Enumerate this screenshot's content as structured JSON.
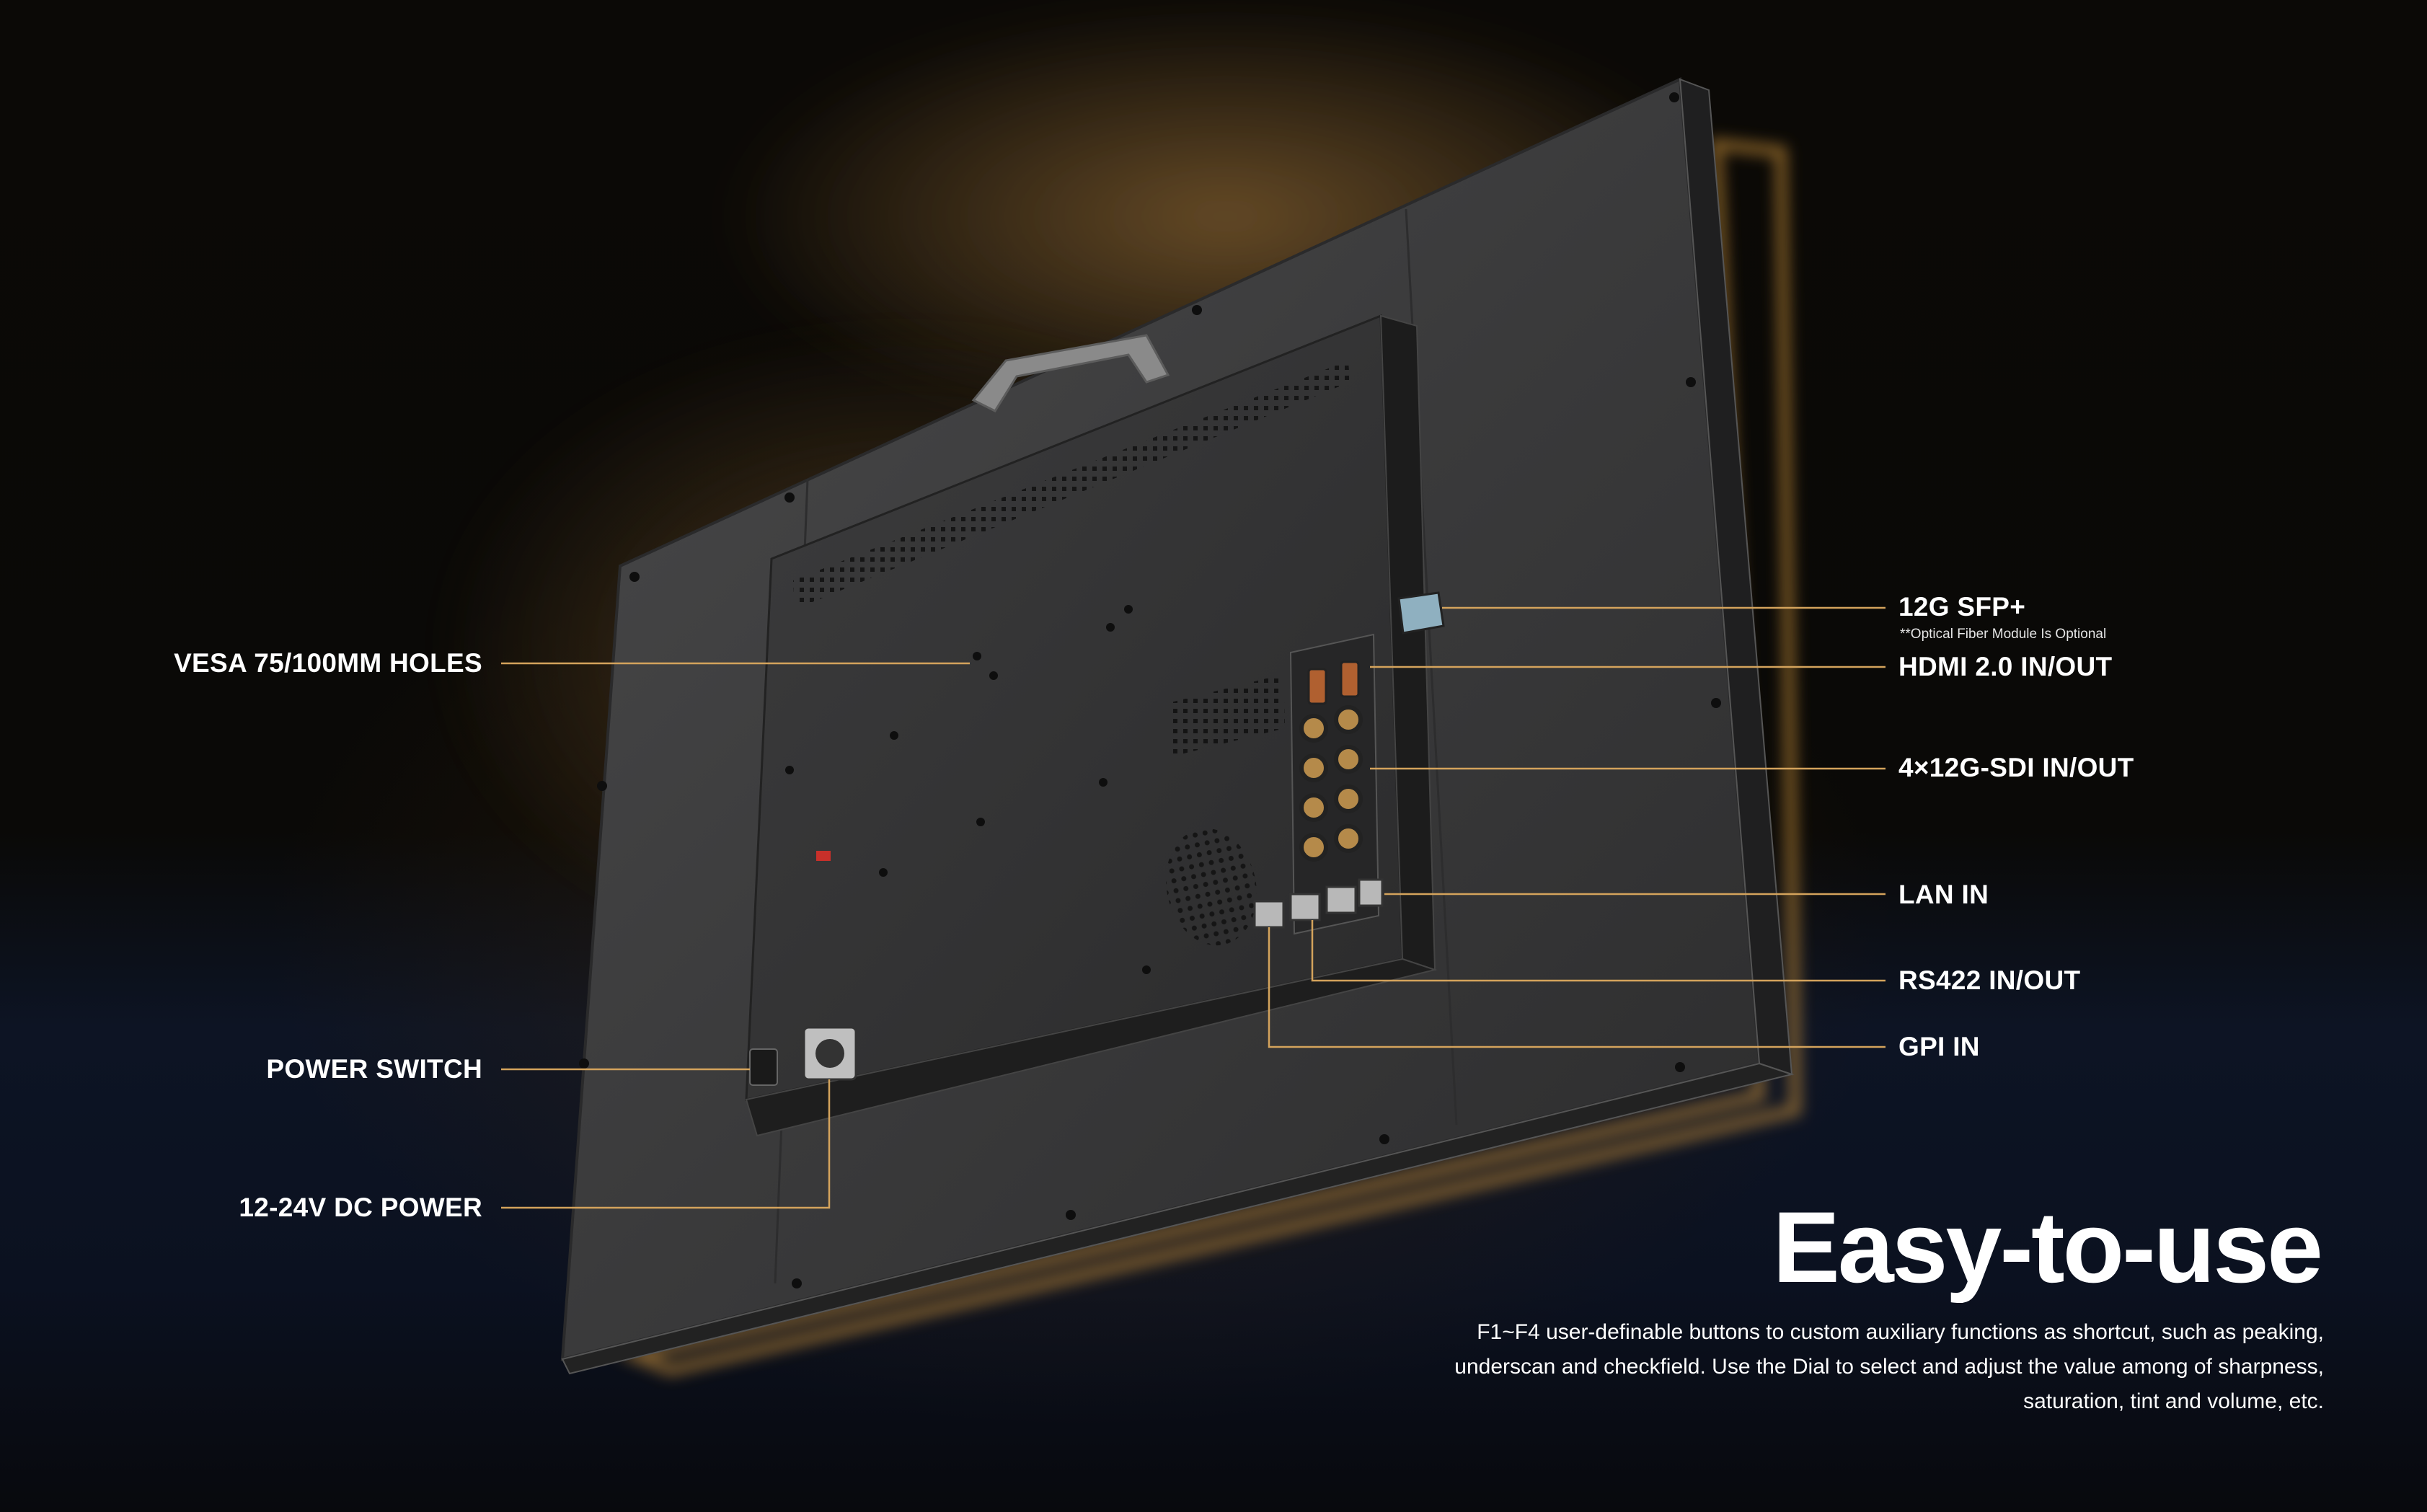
{
  "colors": {
    "callout_line": "#d4a35c",
    "monitor_body": "#3b3b3c",
    "monitor_edge": "#2a2a2b",
    "accent_glow": "#e0a040",
    "text": "#ffffff"
  },
  "callouts": {
    "left": [
      {
        "id": "vesa",
        "label": "VESA 75/100MM HOLES"
      },
      {
        "id": "power-switch",
        "label": "POWER SWITCH"
      },
      {
        "id": "dc-power",
        "label": "12-24V DC POWER"
      }
    ],
    "right": [
      {
        "id": "sfp",
        "label": "12G SFP+",
        "note": "**Optical Fiber Module Is Optional"
      },
      {
        "id": "hdmi",
        "label": "HDMI 2.0 IN/OUT"
      },
      {
        "id": "sdi",
        "label": "4×12G-SDI IN/OUT"
      },
      {
        "id": "lan",
        "label": "LAN IN"
      },
      {
        "id": "rs422",
        "label": "RS422 IN/OUT"
      },
      {
        "id": "gpi",
        "label": "GPI IN"
      }
    ]
  },
  "headline": "Easy-to-use",
  "description": "F1~F4 user-definable buttons to custom auxiliary functions as shortcut, such as peaking, underscan and checkfield. Use the Dial to select and adjust the value among of sharpness, saturation, tint and volume, etc."
}
